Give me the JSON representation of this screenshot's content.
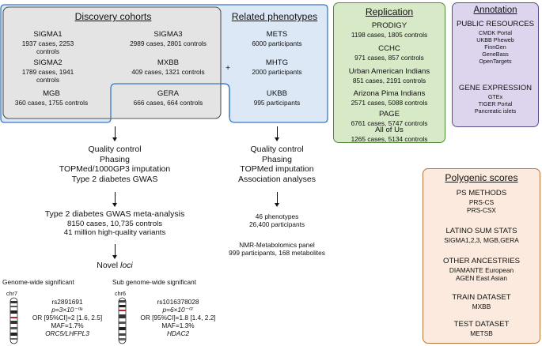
{
  "discovery": {
    "title": "Discovery cohorts",
    "cohorts": [
      {
        "name": "SIGMA1",
        "detail": "1937 cases, 2253 controls"
      },
      {
        "name": "SIGMA3",
        "detail": "2989 cases, 2801 controls"
      },
      {
        "name": "SIGMA2",
        "detail": "1789 cases, 1941 controls"
      },
      {
        "name": "MXBB",
        "detail": "409 cases, 1321 controls"
      },
      {
        "name": "MGB",
        "detail": "360 cases, 1755 controls"
      },
      {
        "name": "GERA",
        "detail": "666 cases, 664 controls"
      }
    ]
  },
  "plus": "+",
  "related": {
    "title": "Related phenotypes",
    "items": [
      {
        "name": "METS",
        "detail": "6000 participants"
      },
      {
        "name": "MHTG",
        "detail": "2000 participants"
      },
      {
        "name": "UKBB",
        "detail": "995 participants"
      }
    ]
  },
  "replication": {
    "title": "Replication",
    "items": [
      {
        "name": "PRODIGY",
        "detail": "1198 cases, 1805 controls"
      },
      {
        "name": "CCHC",
        "detail": "971 cases, 857 controls"
      },
      {
        "name": "Urban American Indians",
        "detail": "851 cases, 2191 controls"
      },
      {
        "name": "Arizona Pima Indians",
        "detail": "2571 cases, 5088 controls"
      },
      {
        "name": "PAGE",
        "detail": "6761 cases, 5747 controls"
      },
      {
        "name": "All of Us",
        "detail": "1265 cases, 5134 controls"
      }
    ]
  },
  "annotation": {
    "title": "Annotation",
    "public_header": "PUBLIC RESOURCES",
    "public_items": [
      "CMDK Portal",
      "UKBB Pheweb",
      "FinnGen",
      "GeneBass",
      "OpenTargets"
    ],
    "gene_header": "GENE EXPRESSION",
    "gene_items": [
      "GTEx",
      "TIGER Portal",
      "Pancreatic islets"
    ]
  },
  "polygenic": {
    "title": "Polygenic scores",
    "sections": [
      {
        "header": "PS METHODS",
        "items": [
          "PRS-CS",
          "PRS-CSX"
        ]
      },
      {
        "header": "LATINO SUM STATS",
        "items": [
          "SIGMA1,2,3, MGB,GERA"
        ]
      },
      {
        "header": "OTHER ANCESTRIES",
        "items": [
          "DIAMANTE European",
          "AGEN East Asian"
        ]
      },
      {
        "header": "TRAIN DATASET",
        "items": [
          "MXBB"
        ]
      },
      {
        "header": "TEST DATASET",
        "items": [
          "METSB"
        ]
      }
    ]
  },
  "left_pipeline": {
    "steps": [
      "Quality control",
      "Phasing",
      "TOPMed/1000GP3 imputation",
      "Type 2 diabetes GWAS"
    ],
    "meta_title": "Type 2 diabetes GWAS meta-analysis",
    "meta_lines": [
      "8150 cases, 10,735 controls",
      "41 million high-quality variants"
    ],
    "novel_prefix": "Novel ",
    "novel_italic": "loci"
  },
  "right_pipeline": {
    "steps": [
      "Quality control",
      "Phasing",
      "TOPMed imputation",
      "Association analyses"
    ],
    "phenotypes": [
      "46 phenotypes",
      "26,400 participants"
    ],
    "nmr": [
      "NMR-Metabolomics panel",
      "999 participants, 168 metabolites"
    ]
  },
  "loci": {
    "gw_title": "Genome-wide significant",
    "gw_chr": "chr7",
    "gw_snp": "rs2891691",
    "gw_p": "p=3×10⁻⁰⁹",
    "gw_or": "OR [95%CI]=2 [1.6, 2.5]",
    "gw_maf": "MAF=1.7%",
    "gw_genes": "ORC5/LHFPL3",
    "sub_title": "Sub genome-wide significant",
    "sub_chr": "chr6",
    "sub_snp": "rs1016378028",
    "sub_p": "p=6×10⁻⁰⁷",
    "sub_or": "OR [95%CI]=1.8 [1.4, 2.2]",
    "sub_maf": "MAF=1.3%",
    "sub_genes": "HDAC2"
  },
  "colors": {
    "discovery_fill": "#e4e4e4",
    "blue_fill": "#dce8f6",
    "blue_border": "#3b78c4",
    "replication_fill": "#d7e9c7",
    "replication_border": "#4f8a3a",
    "annotation_fill": "#ddd5ee",
    "annotation_border": "#5b4b8a",
    "polygenic_fill": "#fbeadd",
    "polygenic_border": "#b8763f"
  }
}
